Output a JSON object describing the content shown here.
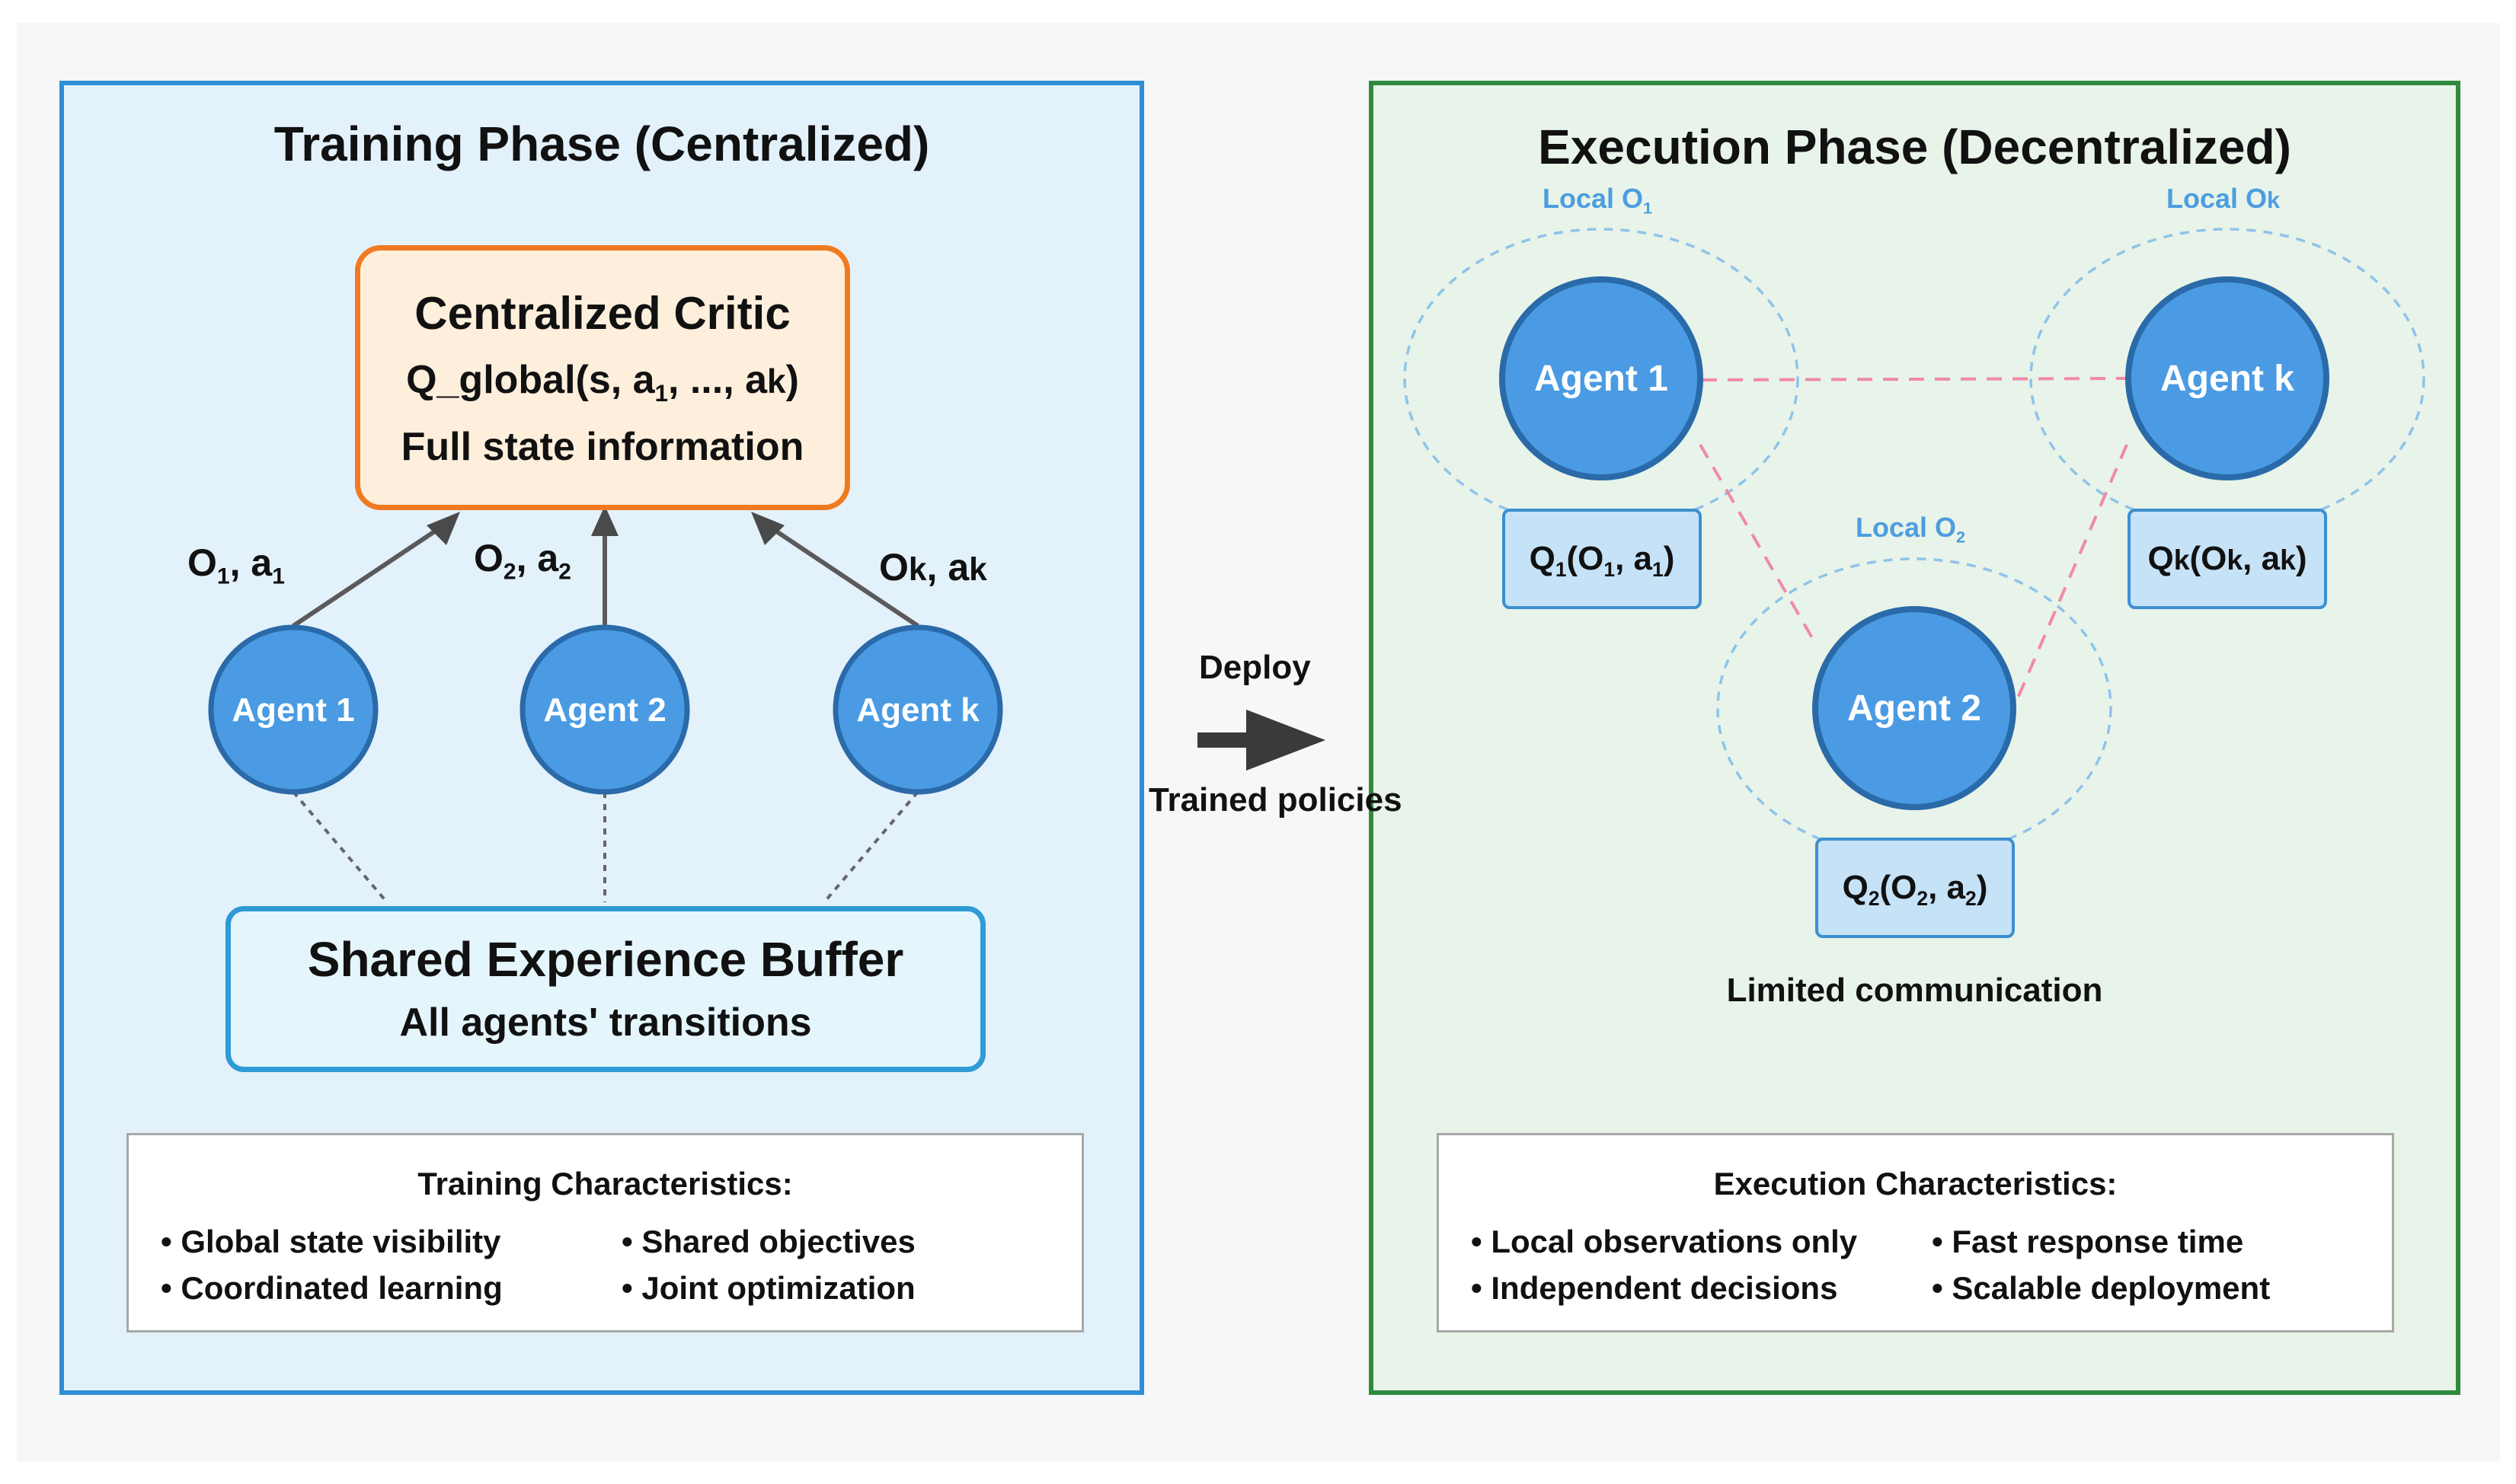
{
  "training": {
    "title": "Training Phase (Centralized)",
    "critic": {
      "title": "Centralized Critic",
      "formula_prefix": "Q_global(s, a",
      "formula_sub1": "1",
      "formula_mid": ", ..., a",
      "formula_subk": "k",
      "formula_suffix": ")",
      "info": "Full state information"
    },
    "edge_labels": [
      {
        "main": "O",
        "sub": "1",
        "mid": ", a",
        "sub2": "1"
      },
      {
        "main": "O",
        "sub": "2",
        "mid": ", a",
        "sub2": "2"
      },
      {
        "main": "O",
        "sub": "k",
        "mid": ", a",
        "sub2": "k"
      }
    ],
    "agents": [
      "Agent 1",
      "Agent 2",
      "Agent k"
    ],
    "buffer": {
      "title": "Shared Experience Buffer",
      "subtitle": "All agents' transitions"
    },
    "characteristics": {
      "title": "Training Characteristics:",
      "bullets": [
        "• Global state visibility",
        "• Shared objectives",
        "• Coordinated learning",
        "• Joint optimization"
      ]
    }
  },
  "deploy": {
    "label": "Deploy",
    "sublabel": "Trained policies"
  },
  "execution": {
    "title": "Execution Phase (Decentralized)",
    "agents": [
      "Agent 1",
      "Agent k",
      "Agent 2"
    ],
    "local_labels": [
      {
        "main": "Local O",
        "sub": "1"
      },
      {
        "main": "Local O",
        "sub": "k"
      },
      {
        "main": "Local O",
        "sub": "2"
      }
    ],
    "q_boxes": [
      {
        "q": "Q",
        "qsub": "1",
        "o": "(O",
        "osub": "1",
        "a": ", a",
        "asub": "1",
        "end": ")"
      },
      {
        "q": "Q",
        "qsub": "k",
        "o": "(O",
        "osub": "k",
        "a": ", a",
        "asub": "k",
        "end": ")"
      },
      {
        "q": "Q",
        "qsub": "2",
        "o": "(O",
        "osub": "2",
        "a": ", a",
        "asub": "2",
        "end": ")"
      }
    ],
    "comm_label": "Limited communication",
    "characteristics": {
      "title": "Execution Characteristics:",
      "bullets": [
        "• Local observations only",
        "• Fast response time",
        "• Independent decisions",
        "• Scalable deployment"
      ]
    }
  },
  "colors": {
    "training_border": "#2e8ed6",
    "execution_border": "#2f8a3d",
    "critic_border": "#f07a21",
    "agent_fill": "#4a9be3",
    "agent_stroke": "#2a6aa8",
    "comm_line": "#f08aa6",
    "local_region": "#8fc3ea"
  }
}
